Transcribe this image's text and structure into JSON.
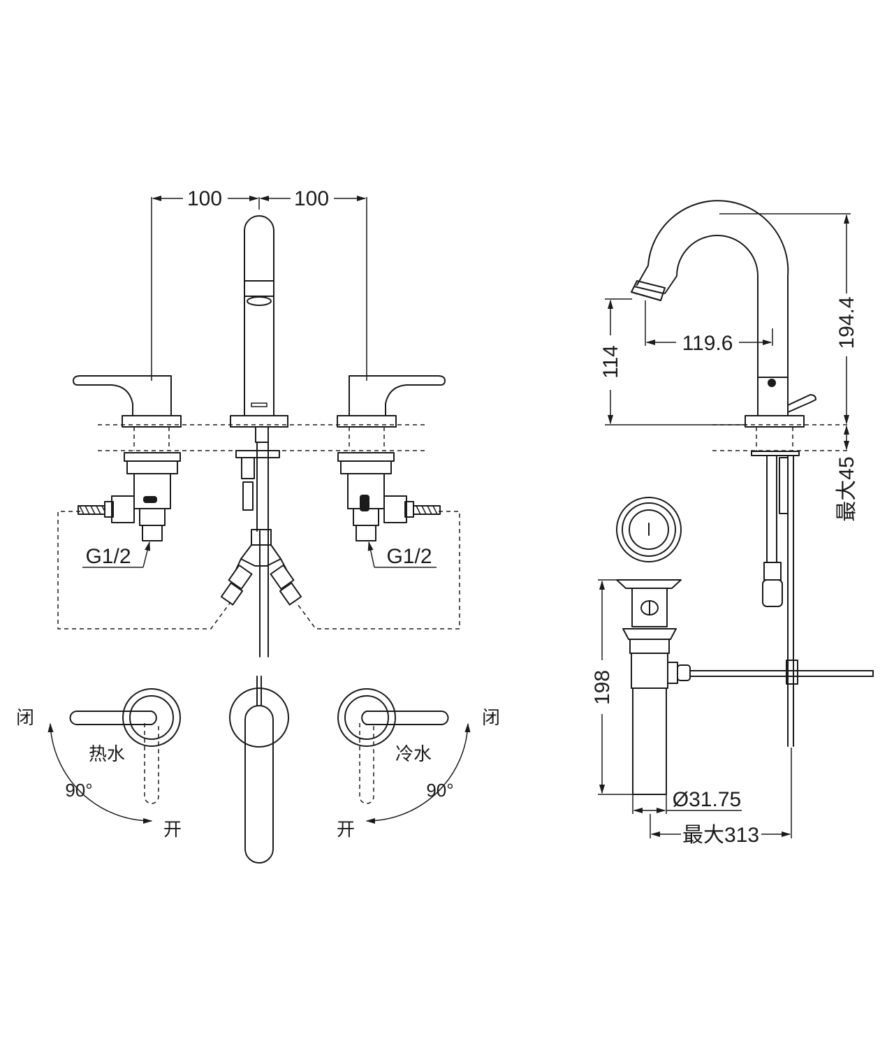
{
  "dimensions": {
    "spread_left": "100",
    "spread_right": "100",
    "spout_reach": "119.6",
    "spout_height": "194.4",
    "outlet_height": "114",
    "max_deck_thickness": "最大45",
    "drain_height": "198",
    "drain_diameter": "Ø31.75",
    "max_drain_length": "最大313"
  },
  "thread_labels": {
    "left": "G1/2",
    "right": "G1/2"
  },
  "handle_labels": {
    "hot": "热水",
    "cold": "冷水",
    "closed_left": "闭",
    "closed_right": "闭",
    "open_left": "开",
    "open_right": "开",
    "angle_left": "90°",
    "angle_right": "90°"
  },
  "colors": {
    "line": "#1a1a1a",
    "background": "#ffffff"
  }
}
